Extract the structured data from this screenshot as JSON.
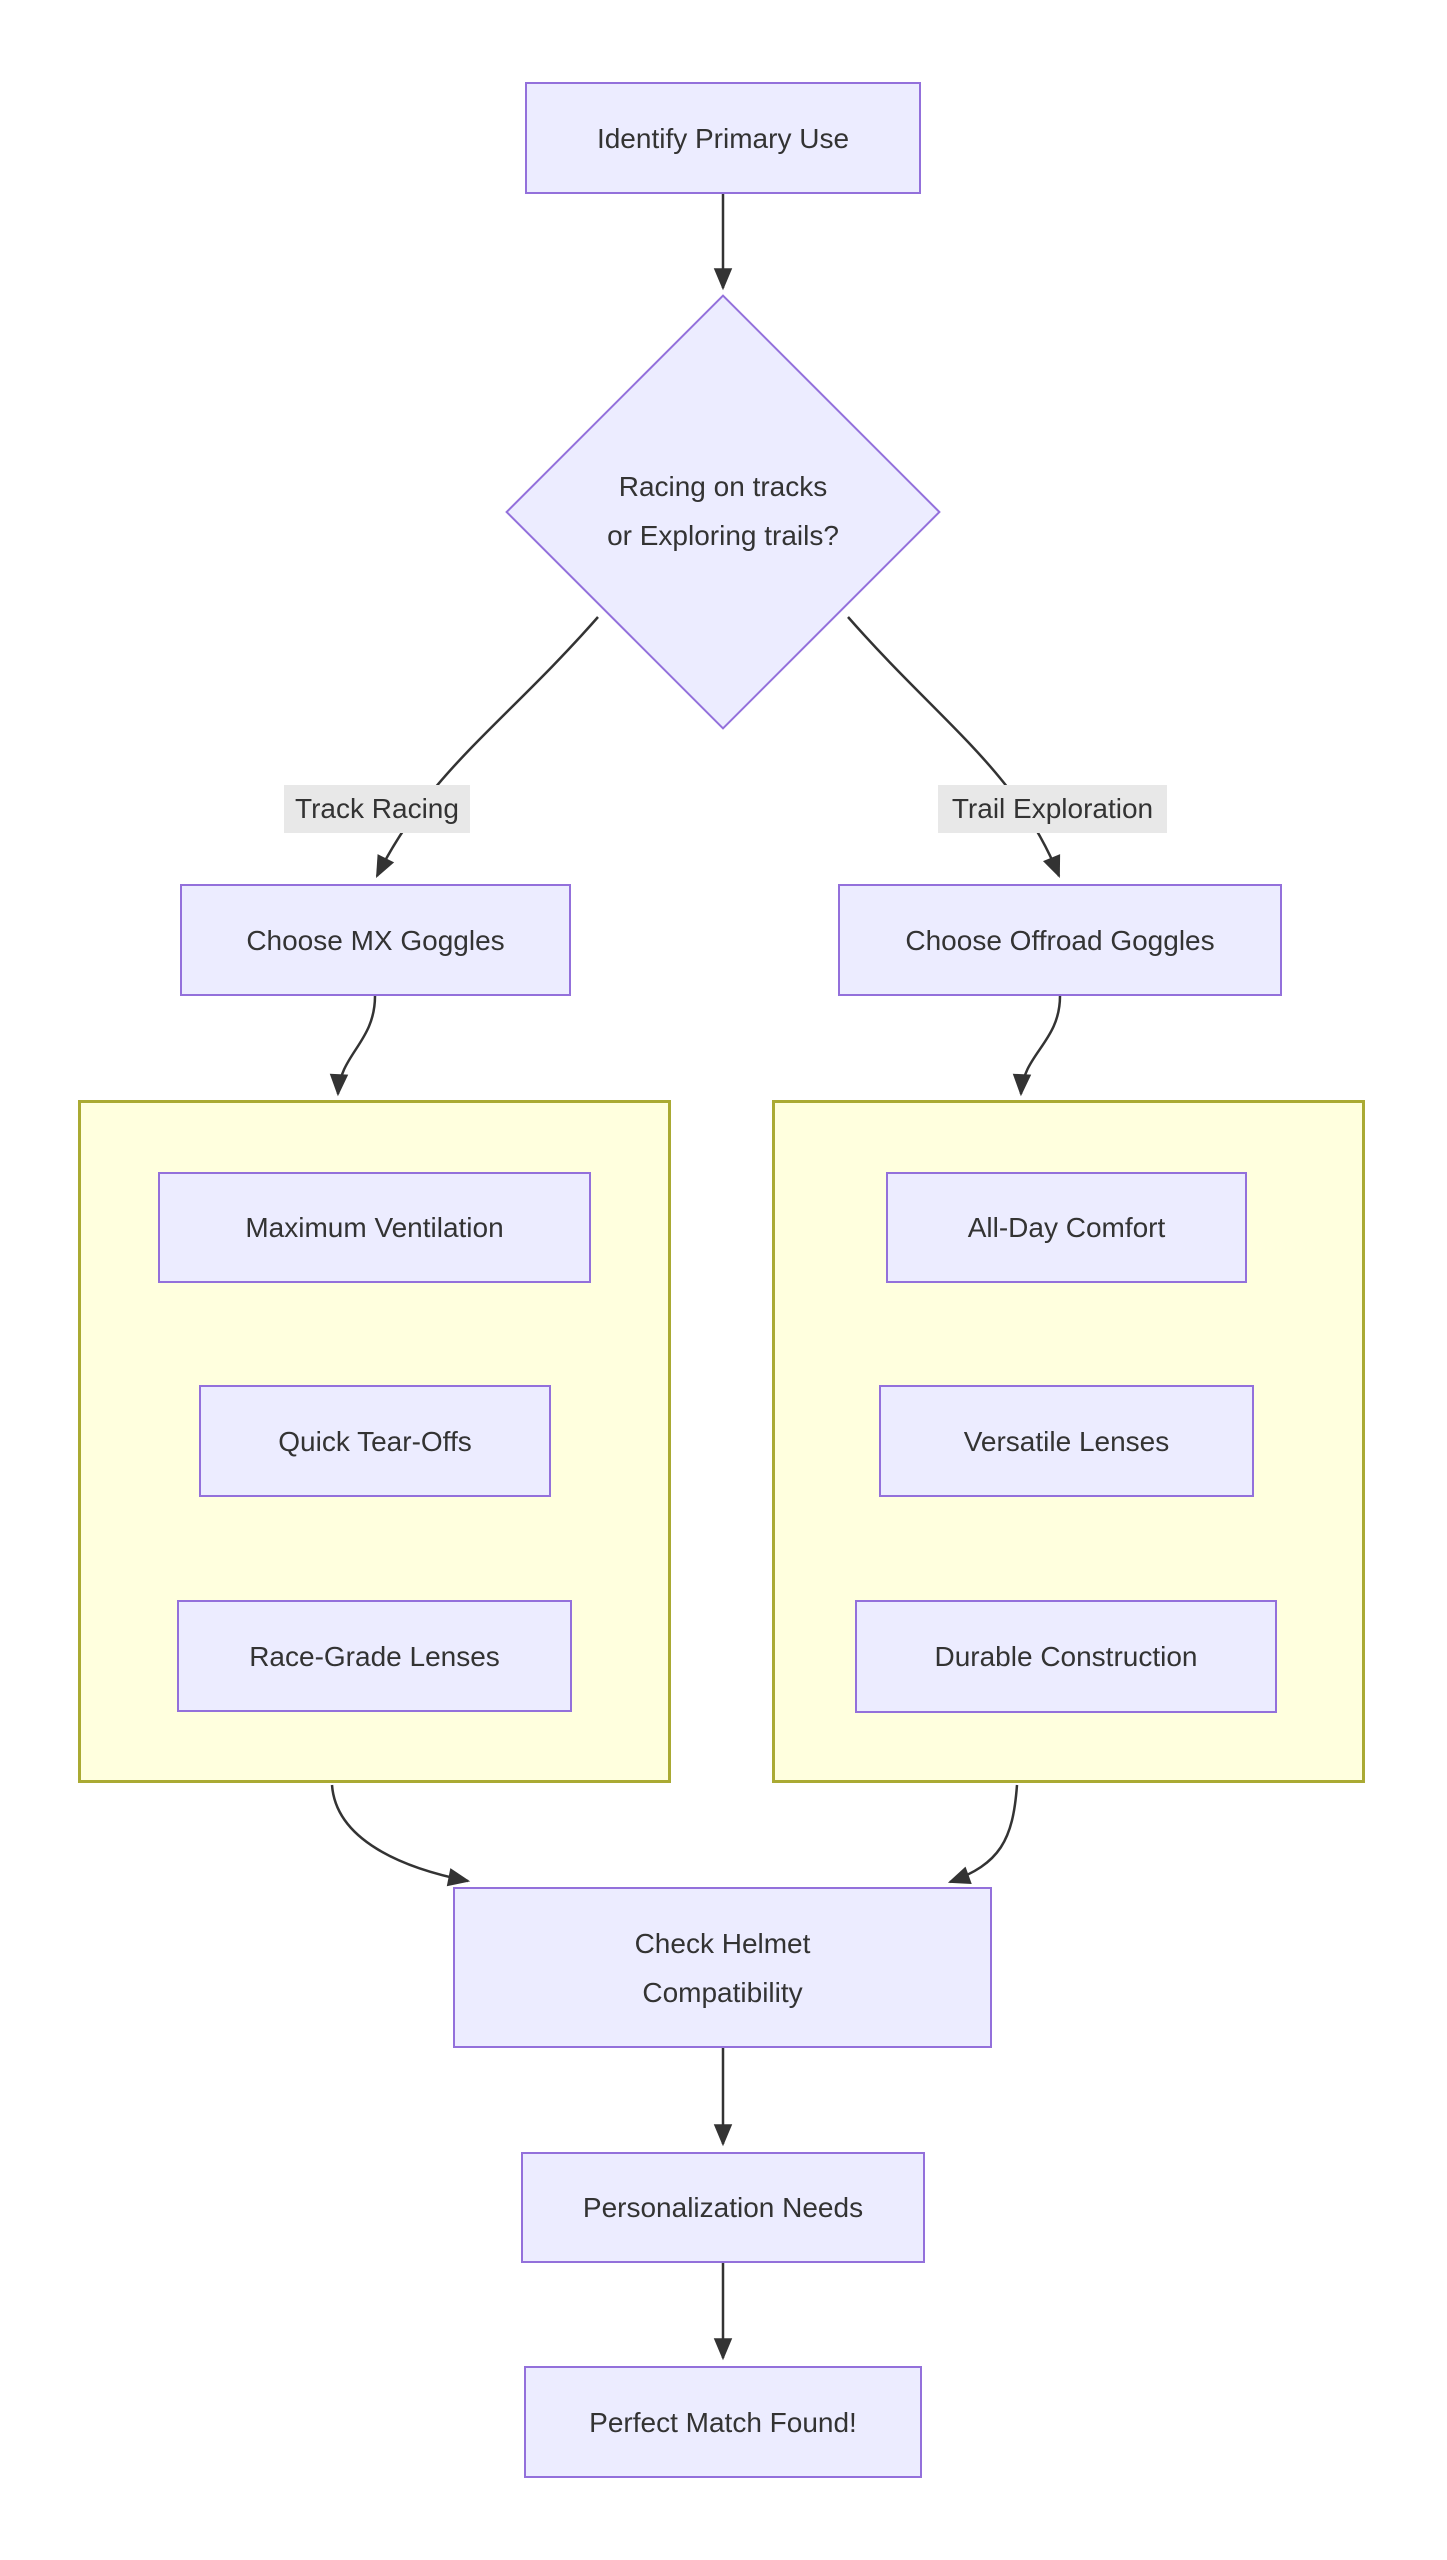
{
  "colors": {
    "background": "#FFFFFF",
    "node_fill": "#ECECFF",
    "node_border": "#9370DB",
    "cluster_fill": "#FFFFDE",
    "cluster_border": "#AAAA33",
    "edge_color": "#333333",
    "edge_label_bg": "#E8E8E8",
    "text_color": "#333333"
  },
  "nodes": {
    "identify": {
      "label": "Identify Primary Use"
    },
    "decision": {
      "line1": "Racing on tracks",
      "line2": "or Exploring trails?"
    },
    "choose_mx": {
      "label": "Choose MX Goggles"
    },
    "choose_offroad": {
      "label": "Choose Offroad Goggles"
    },
    "mx_ventilation": {
      "label": "Maximum Ventilation"
    },
    "mx_tearoffs": {
      "label": "Quick Tear-Offs"
    },
    "mx_lenses": {
      "label": "Race-Grade Lenses"
    },
    "offroad_comfort": {
      "label": "All-Day Comfort"
    },
    "offroad_lenses": {
      "label": "Versatile Lenses"
    },
    "offroad_construction": {
      "label": "Durable Construction"
    },
    "check_helmet": {
      "line1": "Check Helmet",
      "line2": "Compatibility"
    },
    "personalization": {
      "label": "Personalization Needs"
    },
    "perfect_match": {
      "label": "Perfect Match Found!"
    }
  },
  "edge_labels": {
    "track_racing": "Track Racing",
    "trail_exploration": "Trail Exploration"
  }
}
